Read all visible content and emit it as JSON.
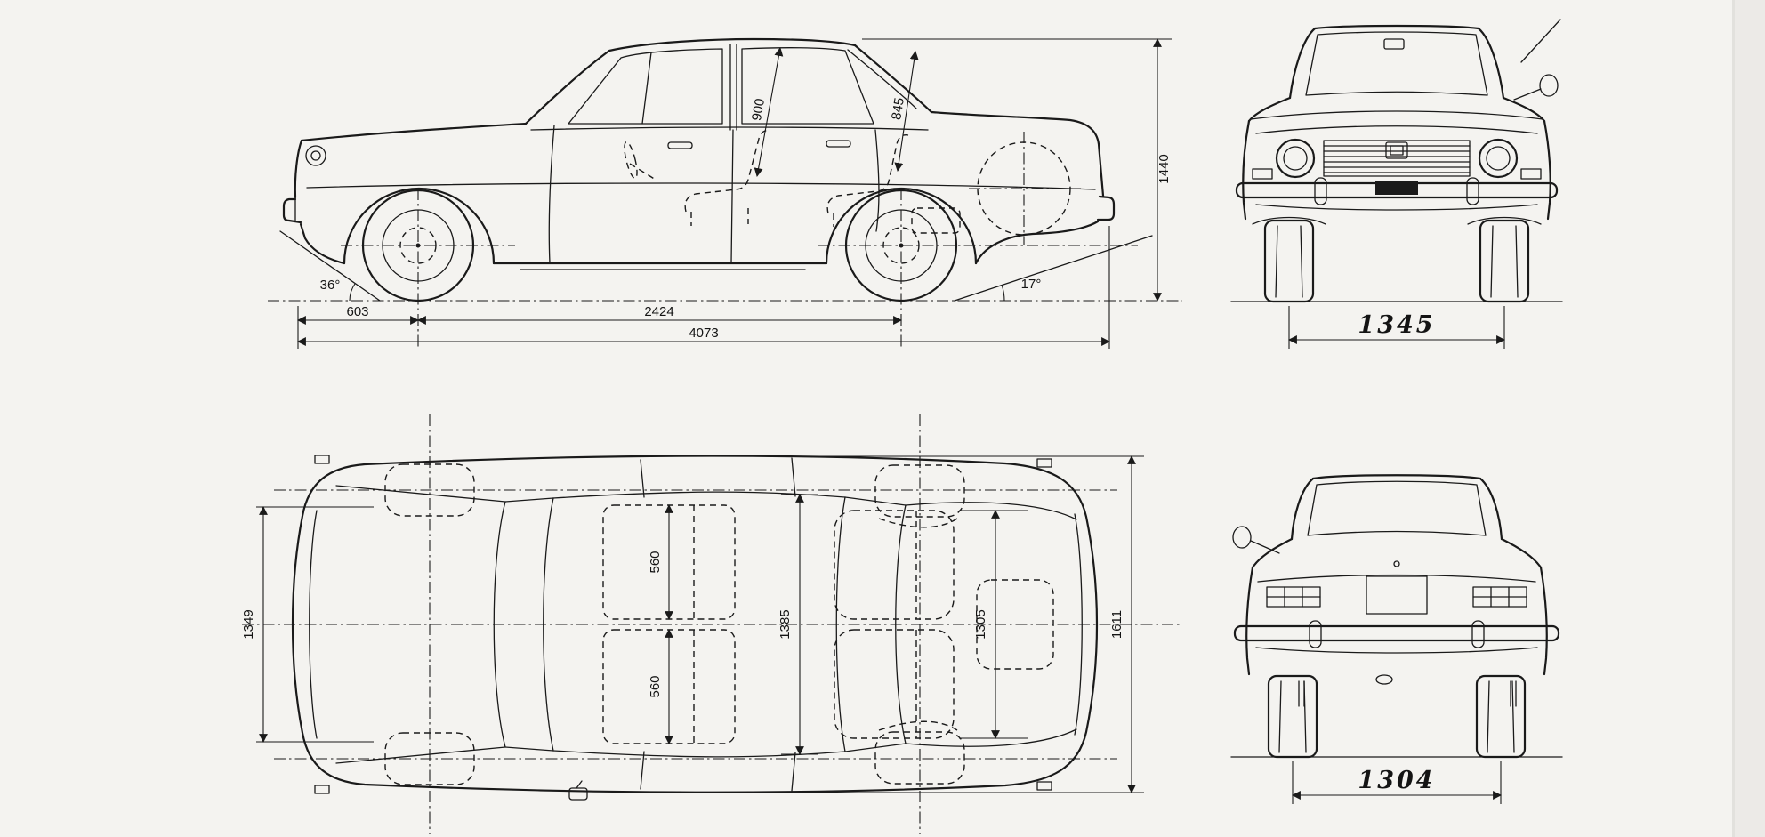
{
  "page": {
    "background": "#f4f3f0",
    "line_color": "#1a1a1a"
  },
  "side_view": {
    "dims": {
      "front_overhang": "603",
      "wheelbase": "2424",
      "overall_length": "4073",
      "overall_height": "1440",
      "front_cabin_diagonal": "900",
      "rear_cabin_diagonal": "845",
      "approach_angle": "36°",
      "departure_angle": "17°"
    }
  },
  "front_view": {
    "dims": {
      "front_track": "1345"
    }
  },
  "top_view": {
    "dims": {
      "front_body_width": "1349",
      "front_seat_width": "560",
      "rear_seat_width": "560",
      "front_interior_width": "1385",
      "rear_interior_width": "1305",
      "overall_width": "1611"
    }
  },
  "rear_view": {
    "dims": {
      "rear_track": "1304"
    }
  }
}
